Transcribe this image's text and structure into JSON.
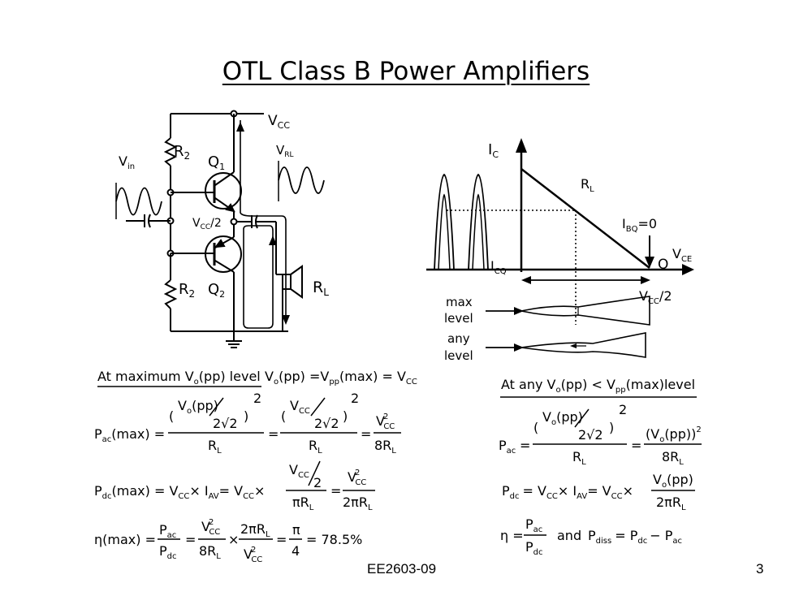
{
  "slide": {
    "title": "OTL Class B  Power Amplifiers",
    "footer_center": "EE2603-09",
    "page_number": "3"
  },
  "circuit": {
    "vcc": "V",
    "vcc_sub": "CC",
    "r2_top": "R",
    "r2_top_sub": "2",
    "r2_bot": "R",
    "r2_bot_sub": "2",
    "q1": "Q",
    "q1_sub": "1",
    "q2": "Q",
    "q2_sub": "2",
    "vin": "V",
    "vin_sub": "in",
    "vrl": "V",
    "vrl_sub": "RL",
    "mid": "V",
    "mid_sub": "CC",
    "mid_tail": "/2",
    "rl": "R",
    "rl_sub": "L"
  },
  "graph": {
    "ic": "I",
    "ic_sub": "C",
    "rl": "R",
    "rl_sub": "L",
    "ibq": "I",
    "ibq_sub": "BQ",
    "ibq_val": "=0",
    "q": "Q",
    "vce": "V",
    "vce_sub": "CE",
    "icq": "I",
    "icq_sub": "CQ",
    "vcc2": "V",
    "vcc2_sub": "CC",
    "vcc2_tail": "/2",
    "max_level_1": "max",
    "max_level_2": "level",
    "any_level_1": "any",
    "any_level_2": "level"
  },
  "left_equations": {
    "heading": "At maximum V",
    "heading_sub": "o",
    "heading_mid": "(pp) level",
    "heading_rhs": "V",
    "heading_rhs_sub": "o",
    "heading_rhs_2": "(pp) =V",
    "heading_rhs_sub2": "pp",
    "heading_rhs_3": "(max) = V",
    "heading_rhs_sub3": "CC",
    "pac_lhs": "P",
    "pac_lhs_sub": "ac",
    "pac_lhs_tail": "(max) =",
    "pac_num1": "V",
    "pac_num1_sub": "o",
    "pac_num1_tail": "(pp)",
    "pac_den_small": "2√2",
    "pac_exp": "2",
    "pac_den": "R",
    "pac_den_sub": "L",
    "pac_num2": "V",
    "pac_num2_sub": "CC",
    "pac_res_num": "V",
    "pac_res_num_sup": "2",
    "pac_res_num_sub": "CC",
    "pac_res_den": "8R",
    "pac_res_den_sub": "L",
    "pdc_lhs": "P",
    "pdc_lhs_sub": "dc",
    "pdc_lhs_tail": "(max) = V",
    "pdc_vcc_sub": "CC",
    "pdc_times": "× I",
    "pdc_iav_sub": "AV",
    "pdc_eq2": "= V",
    "pdc_vcc2_sub": "CC",
    "pdc_times2": "×",
    "pdc_frac_num": "V",
    "pdc_frac_num_sub": "CC",
    "pdc_frac_two": "2",
    "pdc_frac_den": "πR",
    "pdc_frac_den_sub": "L",
    "pdc_res_num": "V",
    "pdc_res_num_sup": "2",
    "pdc_res_num_sub": "CC",
    "pdc_res_den": "2πR",
    "pdc_res_den_sub": "L",
    "eta_lhs": "η(max) =",
    "eta_f1_num": "P",
    "eta_f1_num_sub": "ac",
    "eta_f1_den": "P",
    "eta_f1_den_sub": "dc",
    "eta_f2_num": "V",
    "eta_f2_num_sup": "2",
    "eta_f2_num_sub": "CC",
    "eta_f2_den": "8R",
    "eta_f2_den_sub": "L",
    "eta_f3_num": "2πR",
    "eta_f3_num_sub": "L",
    "eta_f3_den": "V",
    "eta_f3_den_sup": "2",
    "eta_f3_den_sub": "CC",
    "eta_f4_num": "π",
    "eta_f4_den": "4",
    "eta_result": "= 78.5%"
  },
  "right_equations": {
    "heading": "At any V",
    "heading_sub": "o",
    "heading_mid": "(pp) < V",
    "heading_sub2": "pp",
    "heading_tail": "(max)level",
    "pac_lhs": "P",
    "pac_lhs_sub": "ac",
    "pac_num": "V",
    "pac_num_sub": "o",
    "pac_num_tail": "(pp)",
    "pac_den_small": "2√2",
    "pac_exp": "2",
    "pac_den": "R",
    "pac_den_sub": "L",
    "pac_res_num": "(V",
    "pac_res_num_sub": "o",
    "pac_res_num_tail": "(pp))",
    "pac_res_num_sup": "2",
    "pac_res_den": "8R",
    "pac_res_den_sub": "L",
    "pdc_lhs": "P",
    "pdc_lhs_sub": "dc",
    "pdc_eq": "= V",
    "pdc_vcc_sub": "CC",
    "pdc_times": "× I",
    "pdc_iav_sub": "AV",
    "pdc_eq2": "= V",
    "pdc_vcc2_sub": "CC",
    "pdc_times2": "×",
    "pdc_frac_num": "V",
    "pdc_frac_num_sub": "o",
    "pdc_frac_num_tail": "(pp)",
    "pdc_frac_den": "2πR",
    "pdc_frac_den_sub": "L",
    "eta_lhs": "η =",
    "eta_num": "P",
    "eta_num_sub": "ac",
    "eta_den": "P",
    "eta_den_sub": "dc",
    "and": "and",
    "pdiss": "P",
    "pdiss_sub": "diss",
    "pdiss_eq": "= P",
    "pdiss_dc_sub": "dc",
    "pdiss_minus": "− P",
    "pdiss_ac_sub": "ac"
  }
}
